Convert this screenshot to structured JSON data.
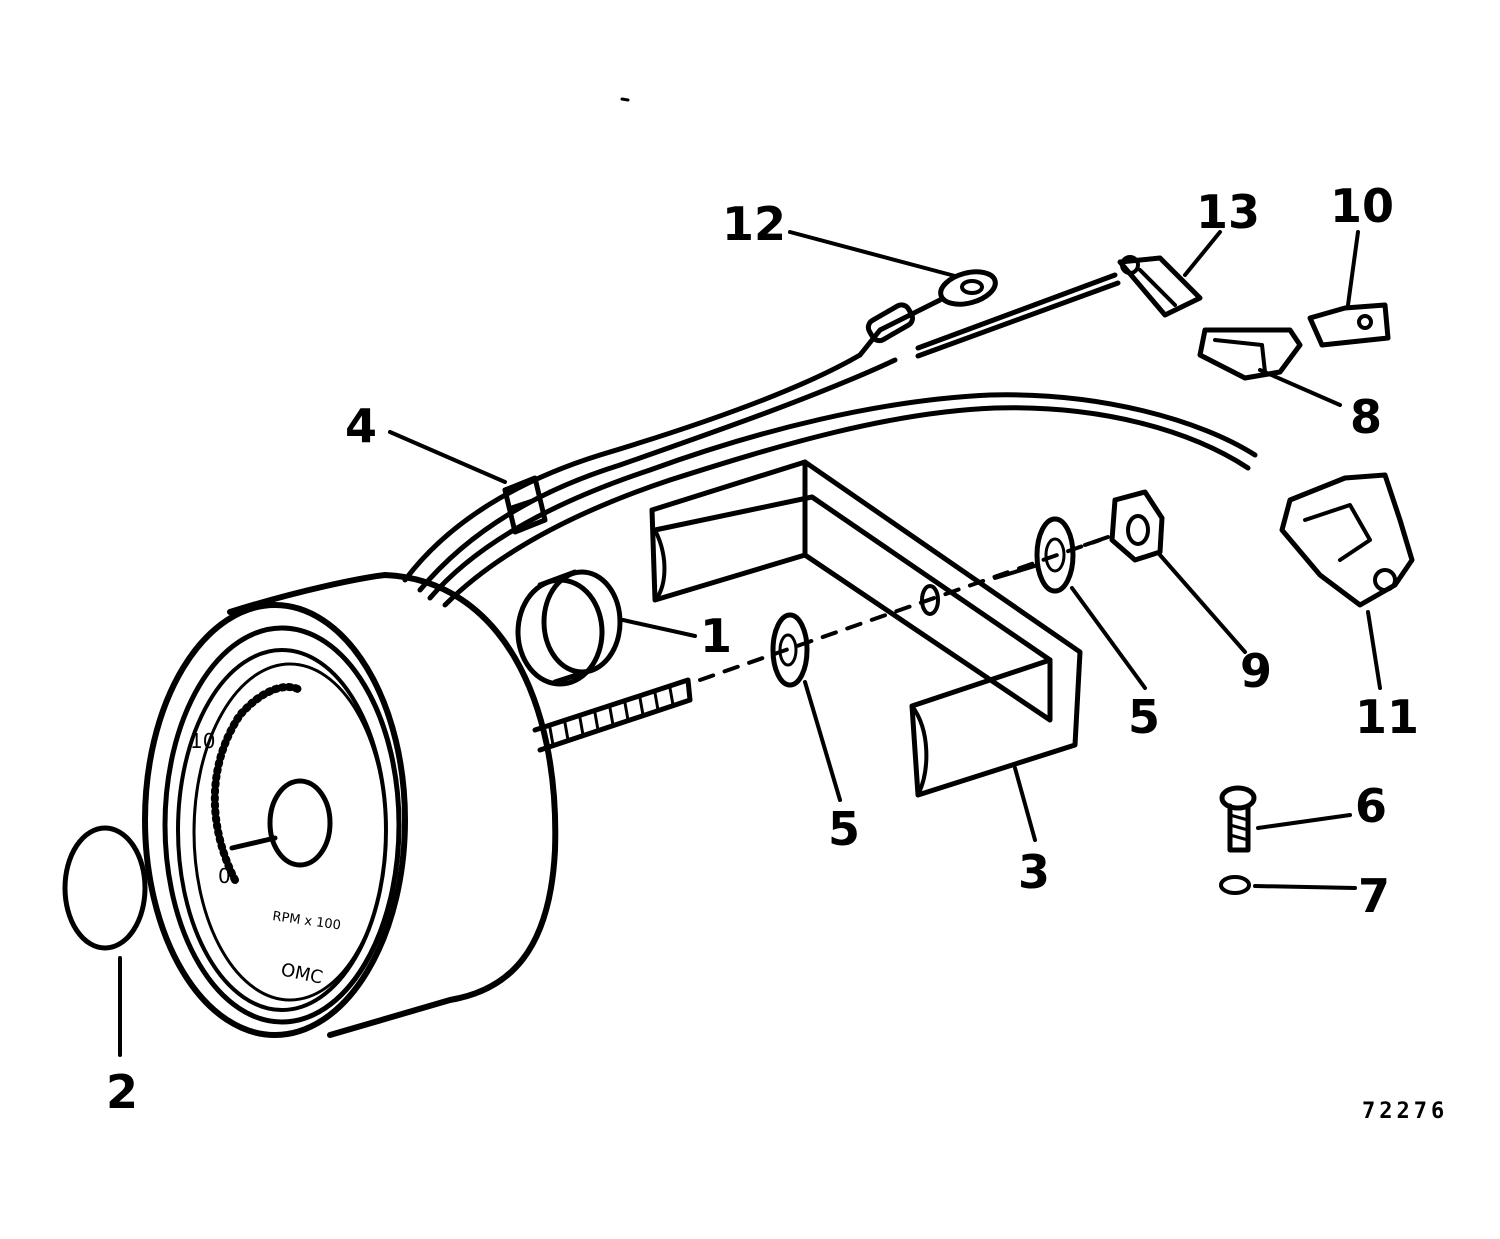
{
  "callouts": {
    "c1": "1",
    "c2": "2",
    "c3": "3",
    "c4": "4",
    "c5a": "5",
    "c5b": "5",
    "c6": "6",
    "c7": "7",
    "c8": "8",
    "c9": "9",
    "c10": "10",
    "c11": "11",
    "c12": "12",
    "c13": "13"
  },
  "dial": {
    "mark_10": "10",
    "mark_0": "0",
    "rpm_text": "RPM x 100",
    "brand": "OMC"
  },
  "figure_number": "72276"
}
